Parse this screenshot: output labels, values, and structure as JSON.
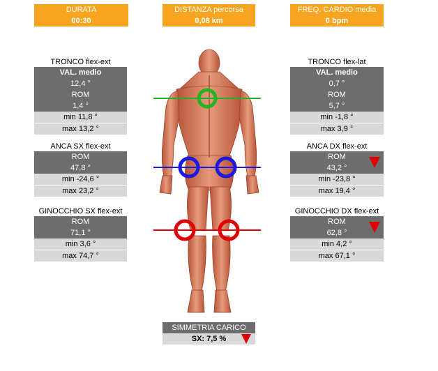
{
  "header": {
    "durata": {
      "label": "DURATA",
      "value": "00:30"
    },
    "distanza": {
      "label": "DISTANZA percorsa",
      "value": "0,08 km"
    },
    "freq": {
      "label": "FREQ. CARDIO media",
      "value": "0 bpm"
    }
  },
  "tronco_flex_ext": {
    "title": "TRONCO flex-ext",
    "val_label": "VAL. medio",
    "val": "12,4 °",
    "rom_label": "ROM",
    "rom": "1,4 °",
    "min": "min 11,8 °",
    "max": "max 13,2 °"
  },
  "tronco_flex_lat": {
    "title": "TRONCO flex-lat",
    "val_label": "VAL. medio",
    "val": "0,7 °",
    "rom_label": "ROM",
    "rom": "5,7 °",
    "min": "min -1,8 °",
    "max": "max 3,9 °"
  },
  "anca_sx": {
    "title": "ANCA SX flex-ext",
    "rom_label": "ROM",
    "rom": "47,8 °",
    "min": "min -24,6 °",
    "max": "max 23,2 °"
  },
  "anca_dx": {
    "title": "ANCA DX flex-ext",
    "rom_label": "ROM",
    "rom": "43,2 °",
    "min": "min -23,8 °",
    "max": "max 19,4 °"
  },
  "ginocchio_sx": {
    "title": "GINOCCHIO SX flex-ext",
    "rom_label": "ROM",
    "rom": "71,1 °",
    "min": "min 3,6 °",
    "max": "max 74,7 °"
  },
  "ginocchio_dx": {
    "title": "GINOCCHIO DX flex-ext",
    "rom_label": "ROM",
    "rom": "62,8 °",
    "min": "min 4,2 °",
    "max": "max 67,1 °"
  },
  "simmetria": {
    "label": "SIMMETRIA CARICO",
    "value": "SX: 7,5 %"
  },
  "colors": {
    "header_orange": "#f7a520",
    "panel_dark": "#6d6d6d",
    "panel_light": "#d9d9d9",
    "trunk_marker": "#22b322",
    "hip_marker": "#1a1ae0",
    "knee_marker": "#e00000",
    "alert_triangle": "#e00000",
    "muscle": "#d9785a"
  }
}
